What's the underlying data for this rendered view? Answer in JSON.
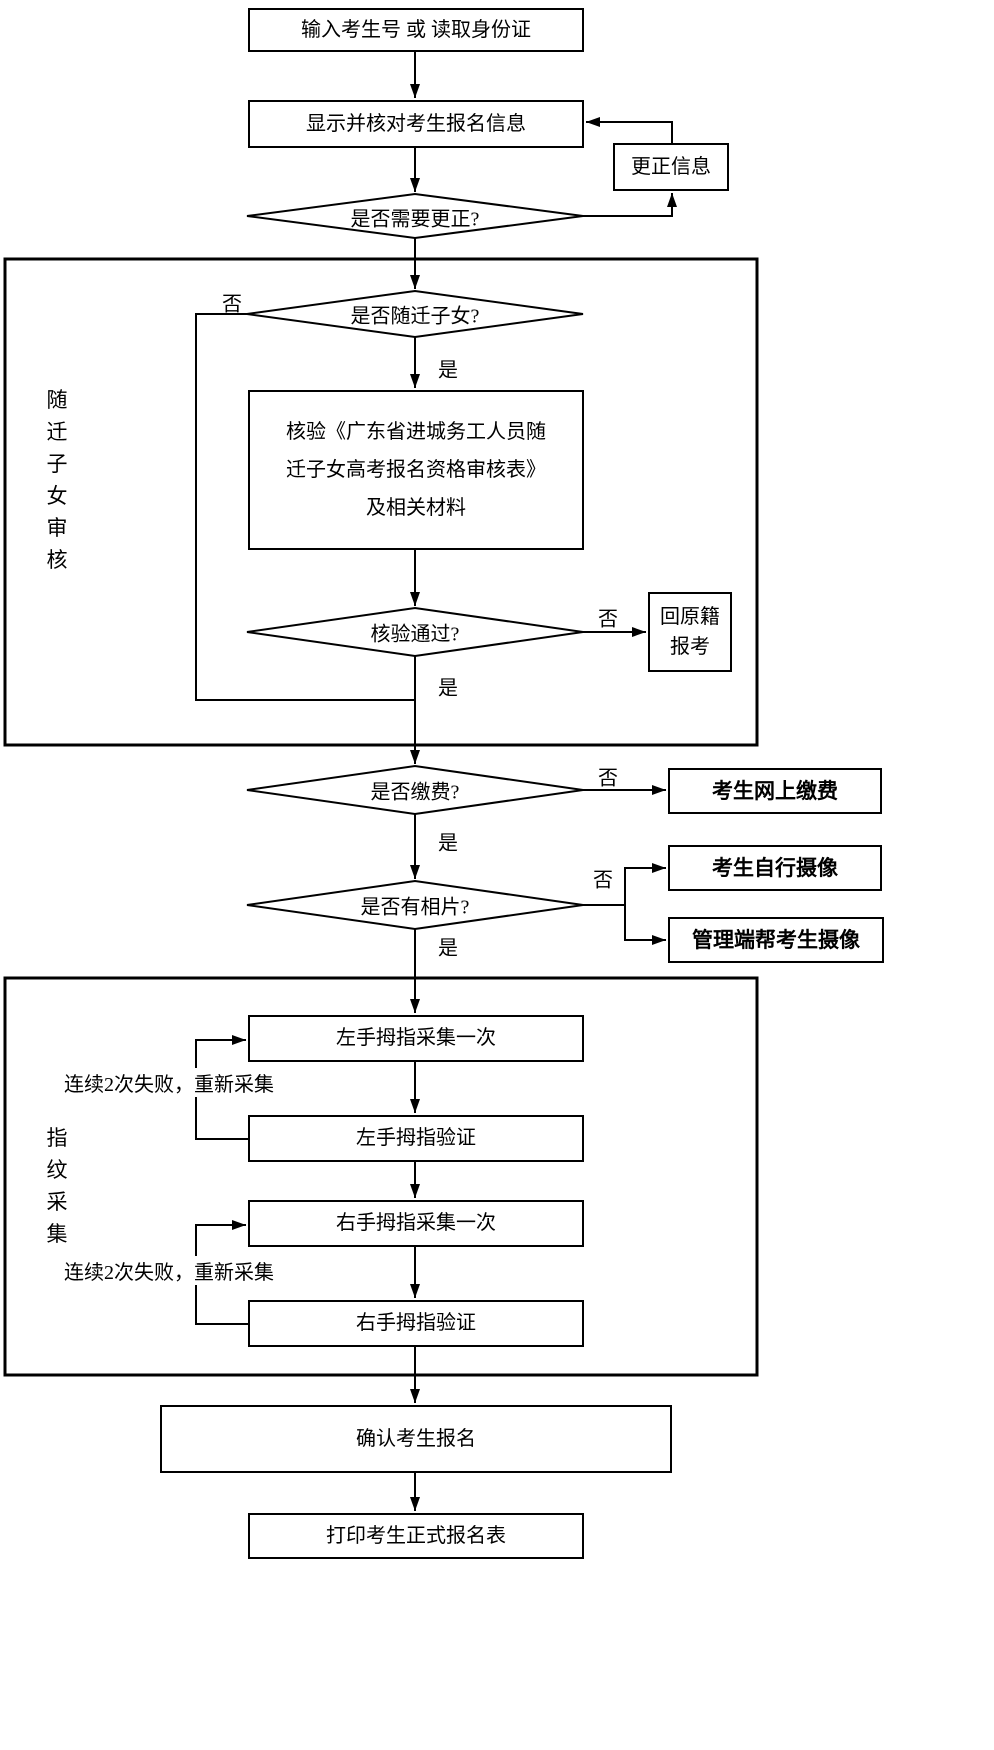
{
  "nodes": {
    "input": "输入考生号 或 读取身份证",
    "display": "显示并核对考生报名信息",
    "correct_info": "更正信息",
    "need_correction": "是否需要更正?",
    "is_migrant_child": "是否随迁子女?",
    "verify_form_lines": [
      "核验《广东省进城务工人员随",
      "迁子女高考报名资格审核表》",
      "及相关材料"
    ],
    "verify_pass": "核验通过?",
    "origin_lines": [
      "回原籍",
      "报考"
    ],
    "is_paid": "是否缴费?",
    "online_pay": "考生网上缴费",
    "has_photo": "是否有相片?",
    "self_photo": "考生自行摄像",
    "admin_photo": "管理端帮考生摄像",
    "left_collect": "左手拇指采集一次",
    "left_verify": "左手拇指验证",
    "right_collect": "右手拇指采集一次",
    "right_verify": "右手拇指验证",
    "confirm": "确认考生报名",
    "print": "打印考生正式报名表"
  },
  "edge_labels": {
    "yes": "是",
    "no": "否",
    "retry": "连续2次失败，重新采集"
  },
  "regions": {
    "migrant_review": "随迁子女审核",
    "fingerprint_collect": "指纹采集"
  },
  "colors": {
    "line": "#000000",
    "background": "#ffffff"
  }
}
